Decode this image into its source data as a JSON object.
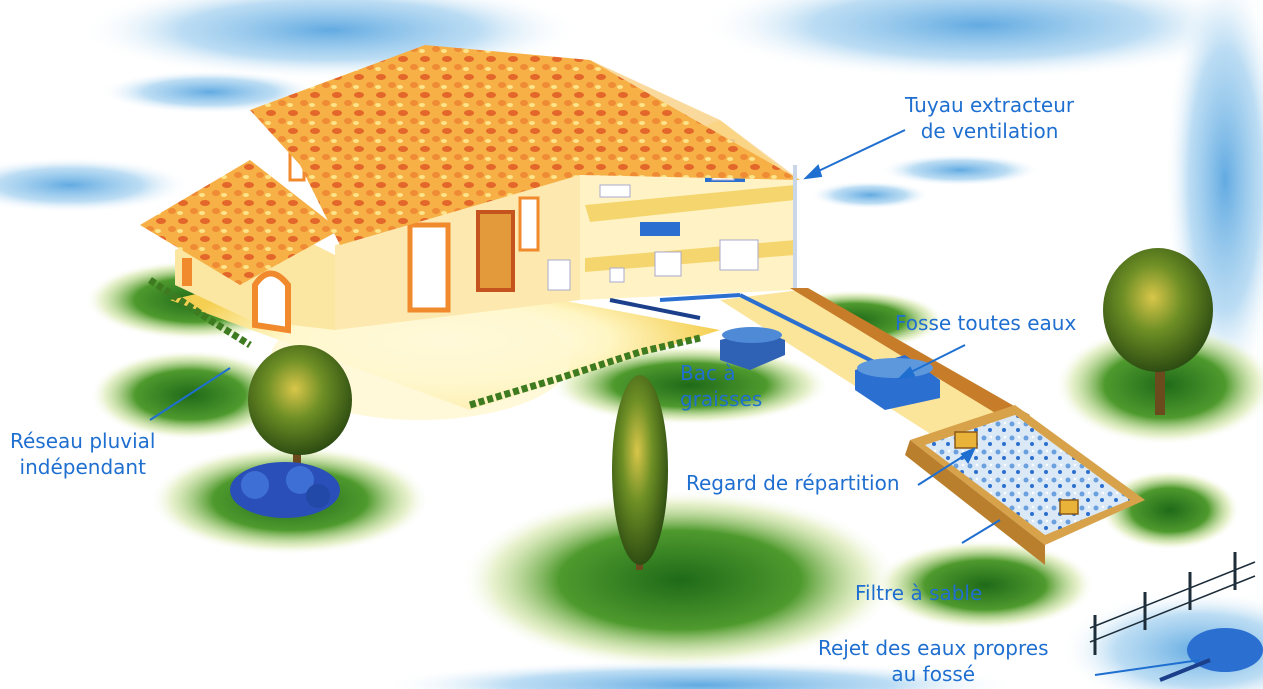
{
  "labels": {
    "tuyau_extracteur": [
      "Tuyau extracteur",
      "de ventilation"
    ],
    "fosse_toutes_eaux": "Fosse toutes eaux",
    "bac_graisses": [
      "Bac à",
      "graisses"
    ],
    "reseau_pluvial": [
      "Réseau pluvial",
      "indépendant"
    ],
    "regard_repartition": "Regard de répartition",
    "filtre_sable": "Filtre à sable",
    "rejet_eaux": [
      "Rejet des eaux propres",
      "au fossé"
    ]
  },
  "colors": {
    "label": "#1f6fd0",
    "roof": "#f6b046",
    "roof_tiles": "#e46a2a",
    "wall": "#fbe27a",
    "grass": "#2d7d22",
    "water": "#2b6fd0",
    "sky": "#8fc6ec"
  }
}
